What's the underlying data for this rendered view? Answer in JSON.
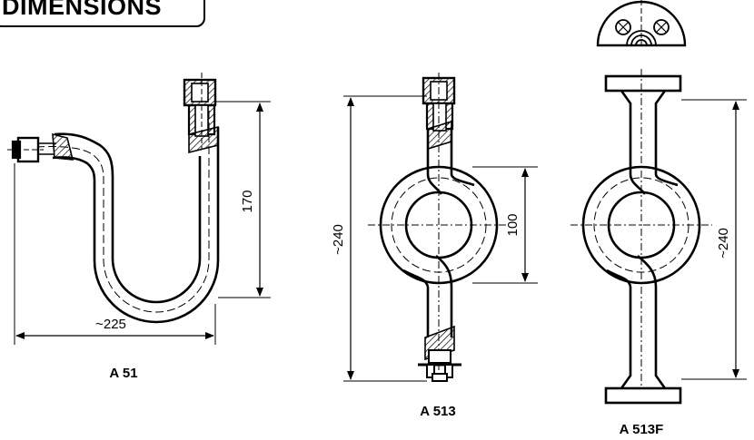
{
  "header": {
    "title": "DIMENSIONS"
  },
  "drawings": [
    {
      "model": "A 51",
      "dims": {
        "width": "~225",
        "height": "170"
      }
    },
    {
      "model": "A 513",
      "dims": {
        "total": "~240",
        "center": "100"
      }
    },
    {
      "model": "A 513F",
      "dims": {
        "total": "~240"
      }
    }
  ],
  "colors": {
    "line": "#000000",
    "background": "#ffffff"
  }
}
